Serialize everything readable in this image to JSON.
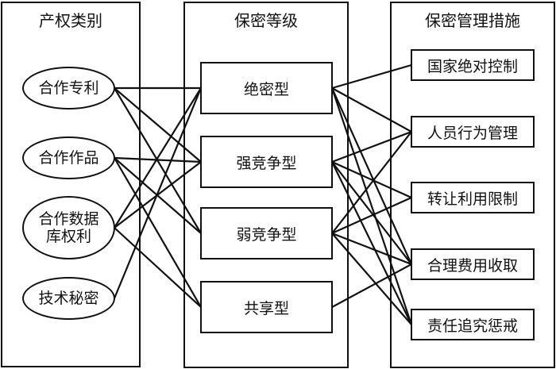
{
  "columns": {
    "property": {
      "title": "产权类别"
    },
    "level": {
      "title": "保密等级"
    },
    "measures": {
      "title": "保密管理措施"
    }
  },
  "property_types": [
    {
      "id": "patent",
      "label": "合作专利"
    },
    {
      "id": "works",
      "label": "合作作品"
    },
    {
      "id": "database",
      "label": "合作数据库权利",
      "lines": [
        "合作数据",
        "库权利"
      ]
    },
    {
      "id": "secret",
      "label": "技术秘密"
    }
  ],
  "secrecy_levels": [
    {
      "id": "topsecret",
      "label": "绝密型"
    },
    {
      "id": "strong",
      "label": "强竞争型"
    },
    {
      "id": "weak",
      "label": "弱竞争型"
    },
    {
      "id": "shared",
      "label": "共享型"
    }
  ],
  "measures": [
    {
      "id": "state",
      "label": "国家绝对控制"
    },
    {
      "id": "personnel",
      "label": "人员行为管理"
    },
    {
      "id": "transfer",
      "label": "转让利用限制"
    },
    {
      "id": "fee",
      "label": "合理费用收取"
    },
    {
      "id": "liability",
      "label": "责任追究惩戒"
    }
  ],
  "links_property_to_level": [
    [
      "patent",
      "topsecret"
    ],
    [
      "patent",
      "strong"
    ],
    [
      "patent",
      "weak"
    ],
    [
      "works",
      "strong"
    ],
    [
      "works",
      "weak"
    ],
    [
      "works",
      "shared"
    ],
    [
      "database",
      "topsecret"
    ],
    [
      "database",
      "strong"
    ],
    [
      "database",
      "shared"
    ],
    [
      "secret",
      "topsecret"
    ]
  ],
  "links_level_to_measure": [
    [
      "topsecret",
      "state"
    ],
    [
      "topsecret",
      "personnel"
    ],
    [
      "topsecret",
      "fee"
    ],
    [
      "topsecret",
      "liability"
    ],
    [
      "strong",
      "personnel"
    ],
    [
      "strong",
      "transfer"
    ],
    [
      "strong",
      "fee"
    ],
    [
      "strong",
      "liability"
    ],
    [
      "weak",
      "personnel"
    ],
    [
      "weak",
      "transfer"
    ],
    [
      "weak",
      "fee"
    ],
    [
      "weak",
      "liability"
    ],
    [
      "shared",
      "fee"
    ]
  ]
}
